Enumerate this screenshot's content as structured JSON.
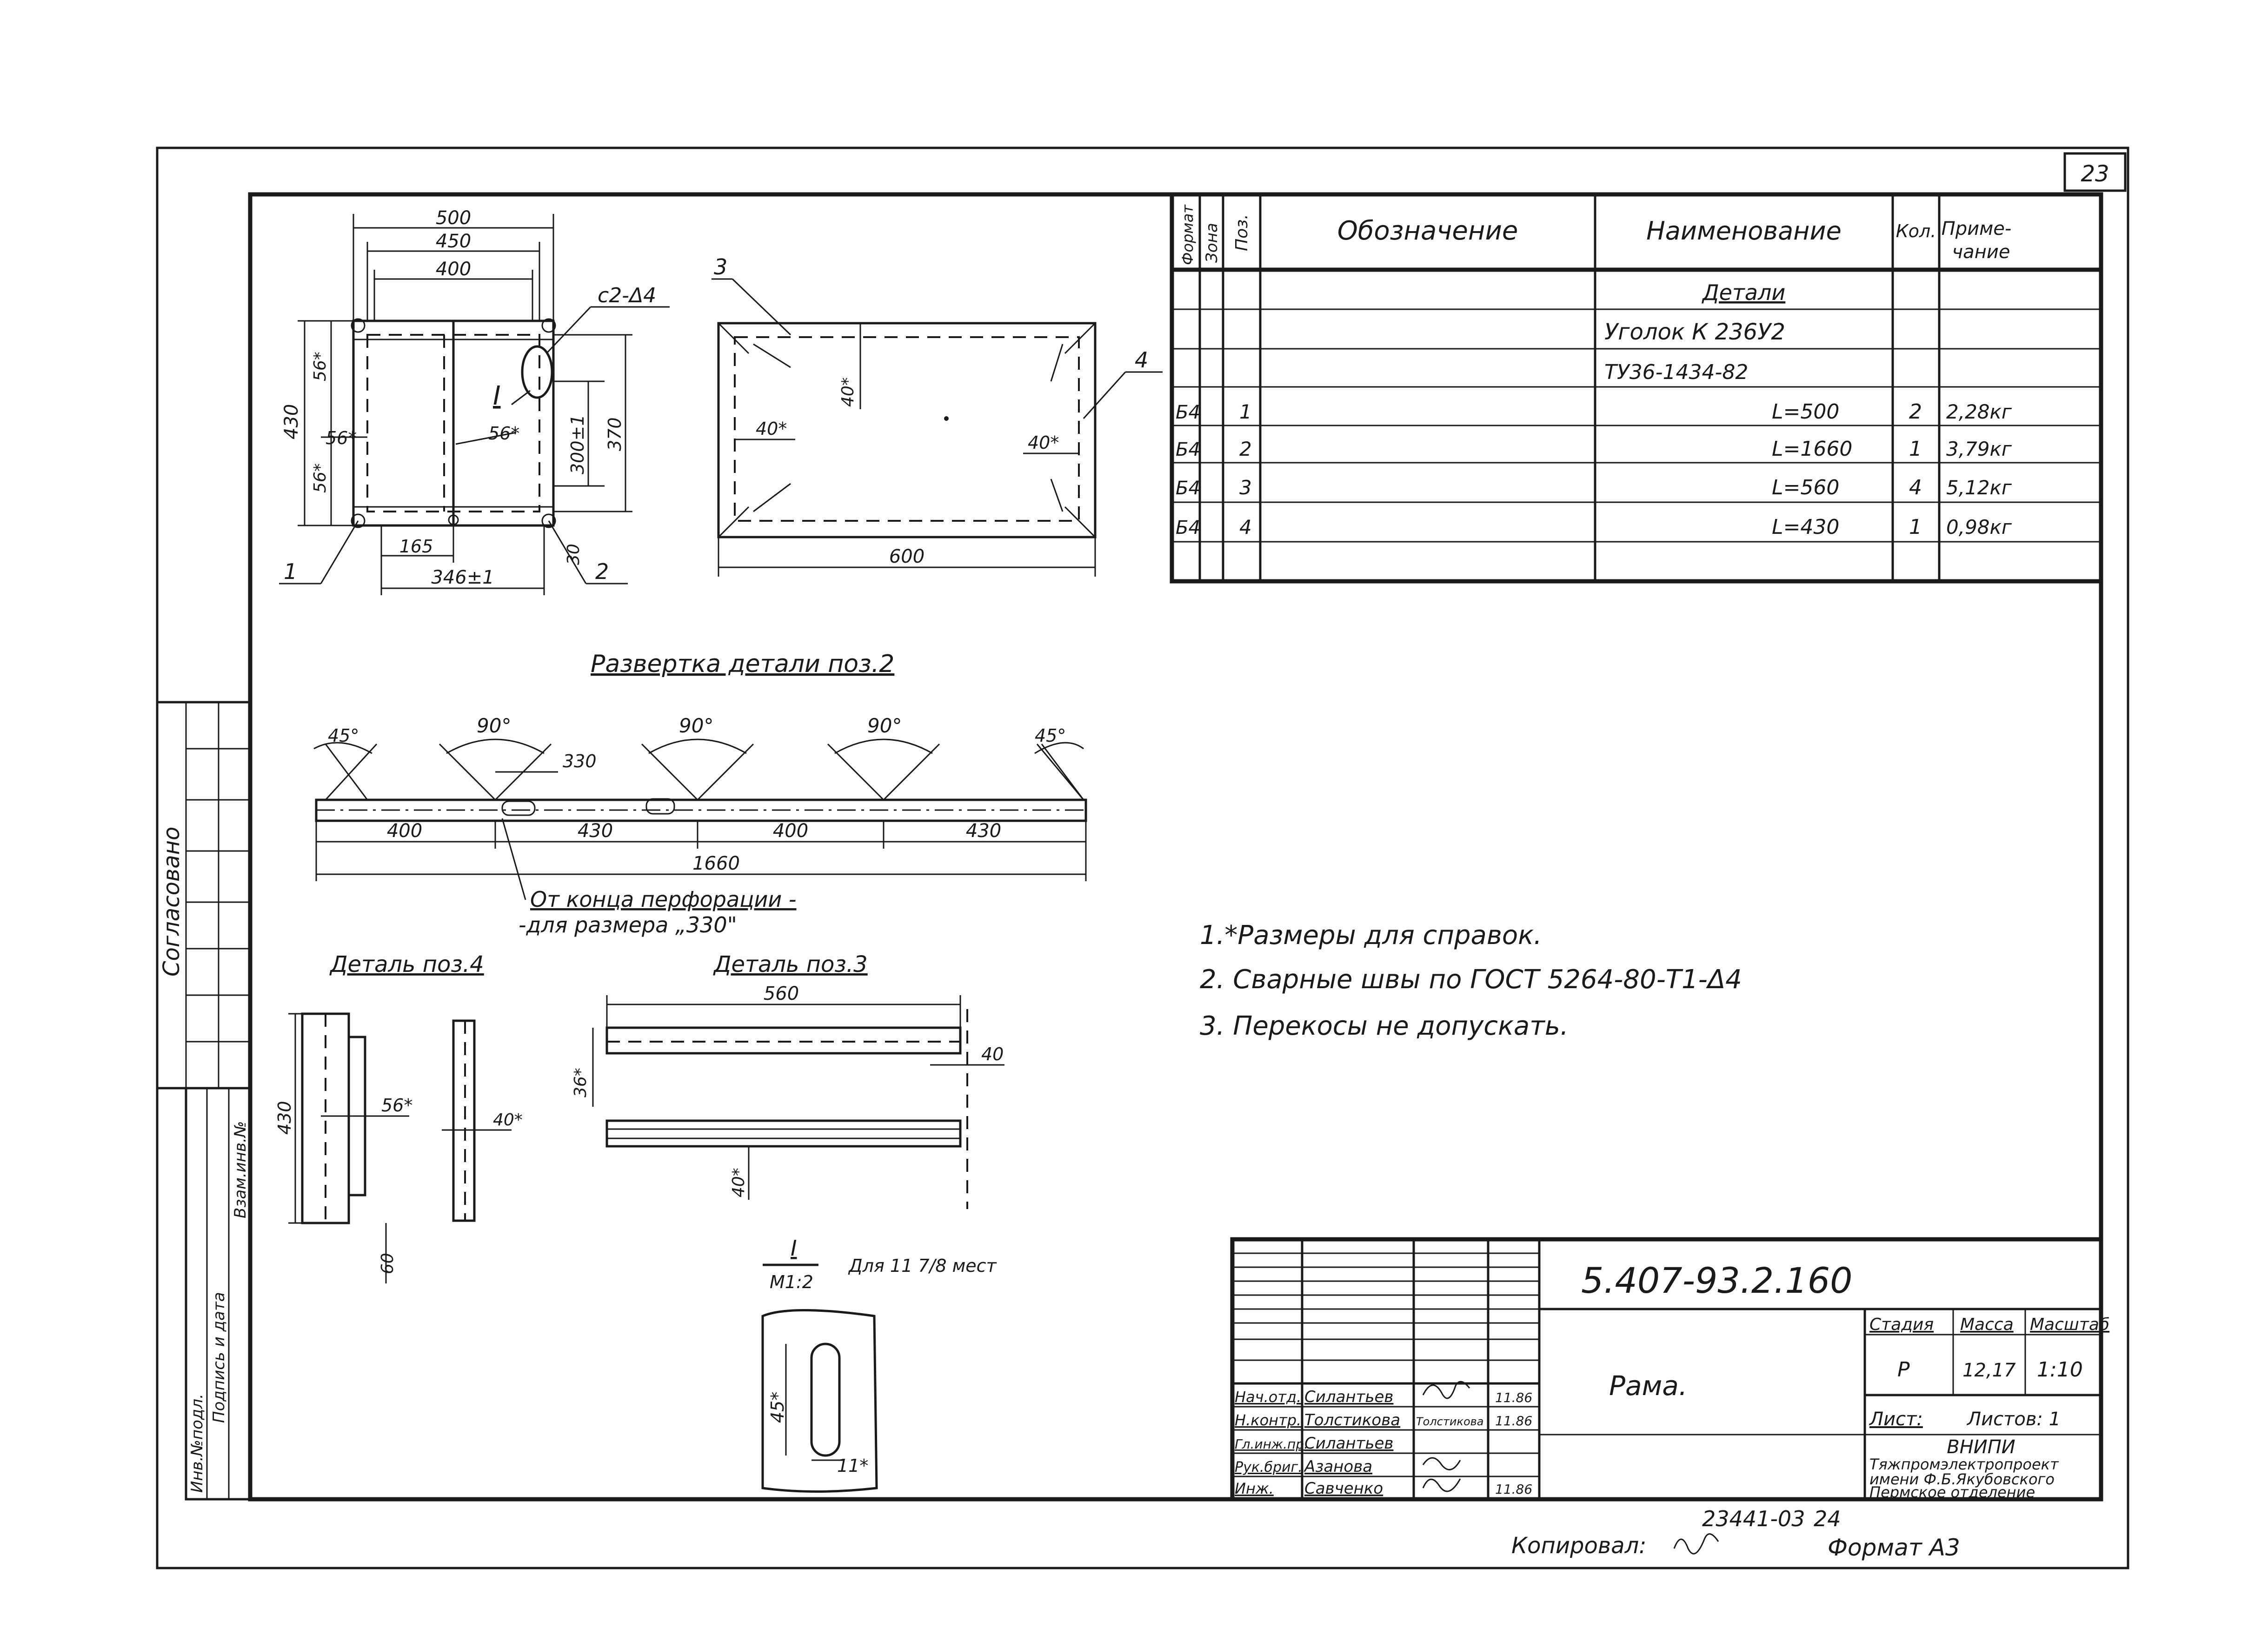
{
  "sheet_number": "23",
  "spec_table": {
    "headers": {
      "format": "Формат",
      "zone": "Зона",
      "pos": "Поз.",
      "designation": "Обозначение",
      "name": "Наименование",
      "qty": "Кол.",
      "note_line1": "Приме-",
      "note_line2": "чание"
    },
    "section_title": "Детали",
    "material_line1": "Уголок К 236У2",
    "material_line2": "ТУ36-1434-82",
    "rows": [
      {
        "format": "Б4",
        "pos": "1",
        "name": "L=500",
        "qty": "2",
        "note": "2,28кг"
      },
      {
        "format": "Б4",
        "pos": "2",
        "name": "L=1660",
        "qty": "1",
        "note": "3,79кг"
      },
      {
        "format": "Б4",
        "pos": "3",
        "name": "L=560",
        "qty": "4",
        "note": "5,12кг"
      },
      {
        "format": "Б4",
        "pos": "4",
        "name": "L=430",
        "qty": "1",
        "note": "0,98кг"
      }
    ]
  },
  "front_view": {
    "dims": {
      "d500": "500",
      "d450": "450",
      "d400": "400",
      "d430": "430",
      "d370": "370",
      "d300": "300±1",
      "d56a": "56*",
      "d56b": "56*",
      "d56c": "56*",
      "d56d": "56*",
      "d165": "165",
      "d346": "346±1",
      "d30": "30"
    },
    "weld": "с2-Δ4",
    "callout": "I",
    "pos1": "1",
    "pos2": "2"
  },
  "top_view": {
    "pos3": "3",
    "pos4": "4",
    "d40a": "40*",
    "d40b": "40*",
    "d40c": "40*",
    "d600": "600"
  },
  "unfold": {
    "title": "Развертка детали поз.2",
    "angles": [
      "45°",
      "90°",
      "90°",
      "90°",
      "45°"
    ],
    "d330": "330",
    "segments": [
      "400",
      "430",
      "400",
      "430"
    ],
    "total": "1660",
    "note_line1": "От конца перфорации -",
    "note_line2": "-для размера „330\""
  },
  "detail4": {
    "title": "Деталь поз.4",
    "d430": "430",
    "d56": "56*",
    "d40": "40*",
    "d60": "60"
  },
  "detail3": {
    "title": "Деталь поз.3",
    "d560": "560",
    "d40a": "40",
    "d36": "36*",
    "d40b": "40*"
  },
  "detail1": {
    "title_num": "I",
    "title_den": "М1:2",
    "title_note": "Для 11 7/8 мест",
    "d45": "45*",
    "d11": "11*"
  },
  "notes": [
    "1.*Размеры для справок.",
    "2. Сварные швы по ГОСТ 5264-80-Т1-Δ4",
    "3. Перекосы не допускать."
  ],
  "title_block": {
    "code": "5.407-93.2.160",
    "title": "Рама.",
    "stage_label": "Стадия",
    "mass_label": "Масса",
    "scale_label": "Масштаб",
    "stage": "Р",
    "mass": "12,17",
    "scale": "1:10",
    "sheet_label": "Лист:",
    "sheets_label": "Листов: 1",
    "org_line1": "ВНИПИ",
    "org_line2": "Тяжпромэлектропроект",
    "org_line3": "имени Ф.Б.Якубовского",
    "org_line4": "Пермское отделение",
    "people": [
      {
        "role": "Нач.отд.",
        "name": "Силантьев",
        "sign": "",
        "date": "11.86"
      },
      {
        "role": "Н.контр.",
        "name": "Толстикова",
        "sign": "Толстикова",
        "date": "11.86"
      },
      {
        "role": "Гл.инж.пр.",
        "name": "Силантьев",
        "sign": "",
        "date": ""
      },
      {
        "role": "Рук.бриг.",
        "name": "Азанова",
        "sign": "",
        "date": ""
      },
      {
        "role": "Инж.",
        "name": "Савченко",
        "sign": "",
        "date": "11.86"
      }
    ]
  },
  "left_strip": {
    "agreed": "Согласовано",
    "inv_label": "Инв.№подл.",
    "sign_date": "Подпись и дата",
    "replace": "Взам.инв.№"
  },
  "footer": {
    "archive": "23441-03",
    "page": "24",
    "copied_label": "Копировал:",
    "format_label": "Формат А3"
  }
}
